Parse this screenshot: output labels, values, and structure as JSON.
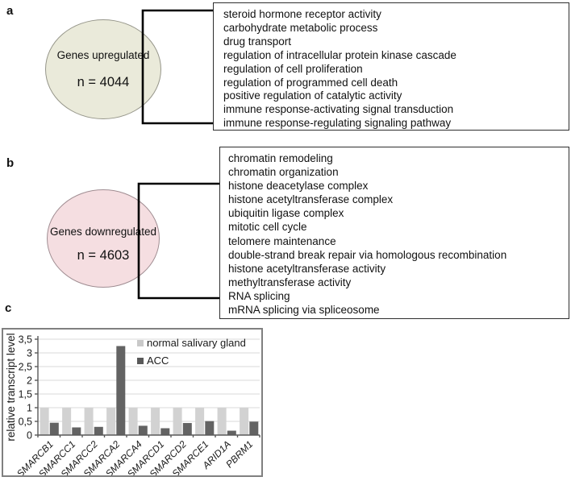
{
  "figure": {
    "panel_a": {
      "label": "a",
      "circle_title": "Genes upregulated",
      "circle_count": "n = 4044",
      "terms": [
        "steroid hormone receptor activity",
        "carbohydrate metabolic process",
        "drug transport",
        "regulation of intracellular protein kinase cascade",
        "regulation of cell proliferation",
        "regulation of programmed cell death",
        "positive regulation of catalytic activity",
        "immune response-activating signal transduction",
        "immune response-regulating signaling pathway"
      ]
    },
    "panel_b": {
      "label": "b",
      "circle_title": "Genes downregulated",
      "circle_count": "n = 4603",
      "terms": [
        "chromatin remodeling",
        "chromatin organization",
        "histone deacetylase complex",
        "histone acetyltransferase complex",
        "ubiquitin ligase complex",
        "mitotic cell cycle",
        "telomere maintenance",
        "double-strand break repair via homologous recombination",
        "histone acetyltransferase activity",
        "methyltransferase activity",
        "RNA splicing",
        "mRNA splicing via spliceosome"
      ]
    },
    "panel_c": {
      "label": "c"
    }
  },
  "colors": {
    "circle_a_fill": "#eaeada",
    "circle_b_fill": "#f5dee1",
    "connector": "#000000",
    "box_border": "#2e2e2e",
    "chart_border": "#808080",
    "axis": "#595959",
    "gridline": "#d9d9d9",
    "text": "#1a1a1a",
    "series_normal_fill": "#d2d2d2",
    "series_acc_fill": "#636363",
    "legend_normal_swatch": "#c9c9c9",
    "legend_acc_swatch": "#595959"
  },
  "chart_data": {
    "type": "bar",
    "title": "",
    "xlabel": "",
    "ylabel": "relative transcript level",
    "categories": [
      "SMARCB1",
      "SMARCC1",
      "SMARCC2",
      "SMARCA2",
      "SMARCA4",
      "SMARCD1",
      "SMARCD2",
      "SMARCE1",
      "ARID1A",
      "PBRM1"
    ],
    "series": [
      {
        "name": "normal salivary gland",
        "color": "#d2d2d2",
        "values": [
          1,
          1,
          1,
          1,
          1,
          1,
          1,
          1,
          1,
          1
        ]
      },
      {
        "name": "ACC",
        "color": "#636363",
        "values": [
          0.45,
          0.28,
          0.3,
          3.25,
          0.34,
          0.25,
          0.44,
          0.51,
          0.16,
          0.49
        ]
      }
    ],
    "ylim": [
      0,
      3.5
    ],
    "ytick_values": [
      0,
      0.5,
      1,
      1.5,
      2,
      2.5,
      3,
      3.5
    ],
    "ytick_labels": [
      "0",
      "0,5",
      "1",
      "1,5",
      "2",
      "2,5",
      "3",
      "3,5"
    ],
    "grid": true,
    "legend_position": "top-right",
    "x_labels_italic": true,
    "x_labels_rotation_deg": -45
  }
}
